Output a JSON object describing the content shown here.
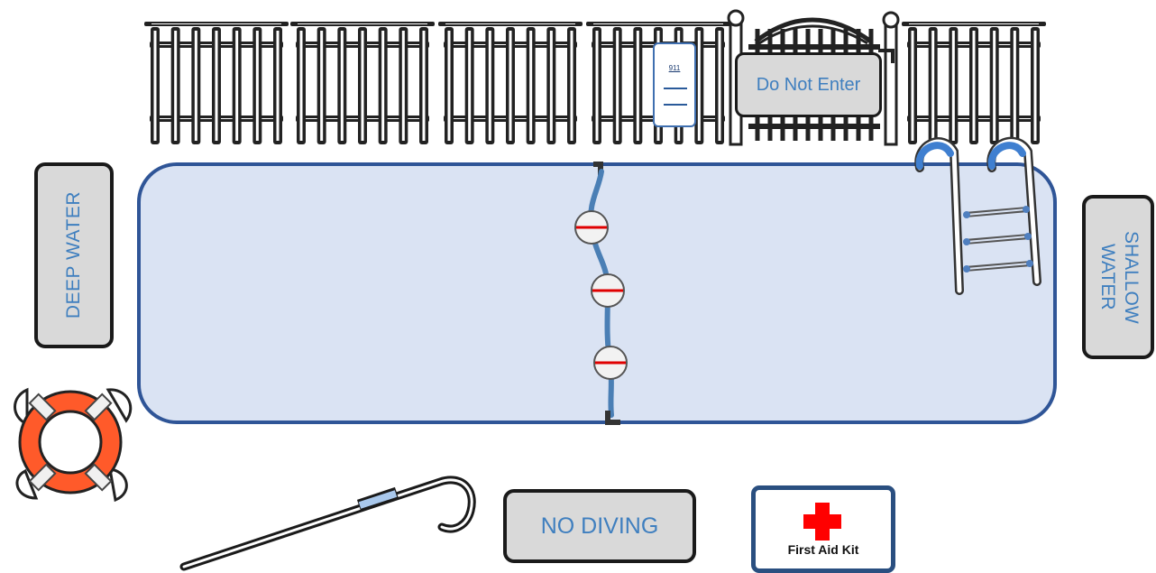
{
  "signs": {
    "deep_water": "DEEP WATER",
    "shallow_water": "SHALLOW\nWATER",
    "no_diving": "NO DIVING",
    "do_not_enter": "Do Not Enter"
  },
  "first_aid": {
    "label": "First Aid Kit"
  },
  "phone": {
    "number": "911"
  },
  "colors": {
    "pool_fill": "#dae3f3",
    "pool_border": "#2f5597",
    "sign_fill": "#d9d9d9",
    "sign_text": "#3f7fbf",
    "rope": "#4a7fb5",
    "lifebuoy": "#ff5a2a",
    "cross": "#ff0000"
  },
  "icons": [
    "pool-fence-icon",
    "gate-icon",
    "ladder-icon",
    "lifebuoy-icon",
    "shepherd-hook-icon",
    "lane-rope-icon",
    "first-aid-cross-icon",
    "emergency-phone-icon"
  ]
}
